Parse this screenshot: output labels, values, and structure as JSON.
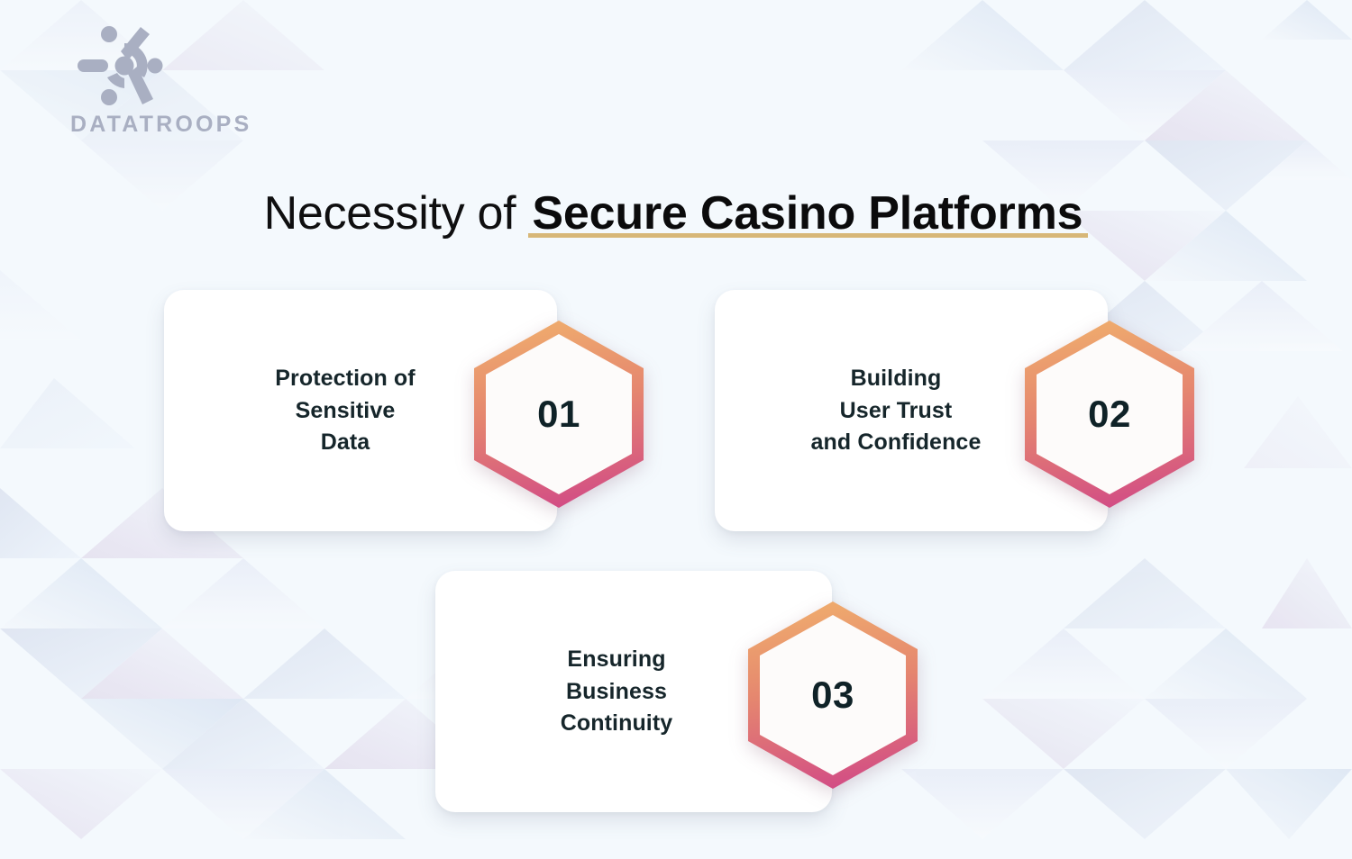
{
  "brand": {
    "name": "DATATROOPS",
    "logo_icon": "datatroops-network-logo"
  },
  "heading": {
    "text_light": "Necessity of ",
    "text_strong": "Secure Casino Platforms",
    "underline_color": "#d7b778"
  },
  "theme": {
    "background": "#f4f9fd",
    "card_background": "#ffffff",
    "card_text_color": "#16262b",
    "hex_gradient_top": "#efab6d",
    "hex_gradient_bottom": "#d24c85",
    "hex_fill": "#fdfbfa",
    "logo_color": "#a9afc2"
  },
  "cards": [
    {
      "number": "01",
      "label": "Protection of\nSensitive\nData",
      "lines": [
        "Protection of",
        "Sensitive",
        "Data"
      ]
    },
    {
      "number": "02",
      "label": "Building\nUser Trust\nand Confidence",
      "lines": [
        "Building",
        "User Trust",
        "and Confidence"
      ]
    },
    {
      "number": "03",
      "label": "Ensuring\nBusiness\nContinuity",
      "lines": [
        "Ensuring",
        "Business",
        "Continuity"
      ]
    }
  ]
}
